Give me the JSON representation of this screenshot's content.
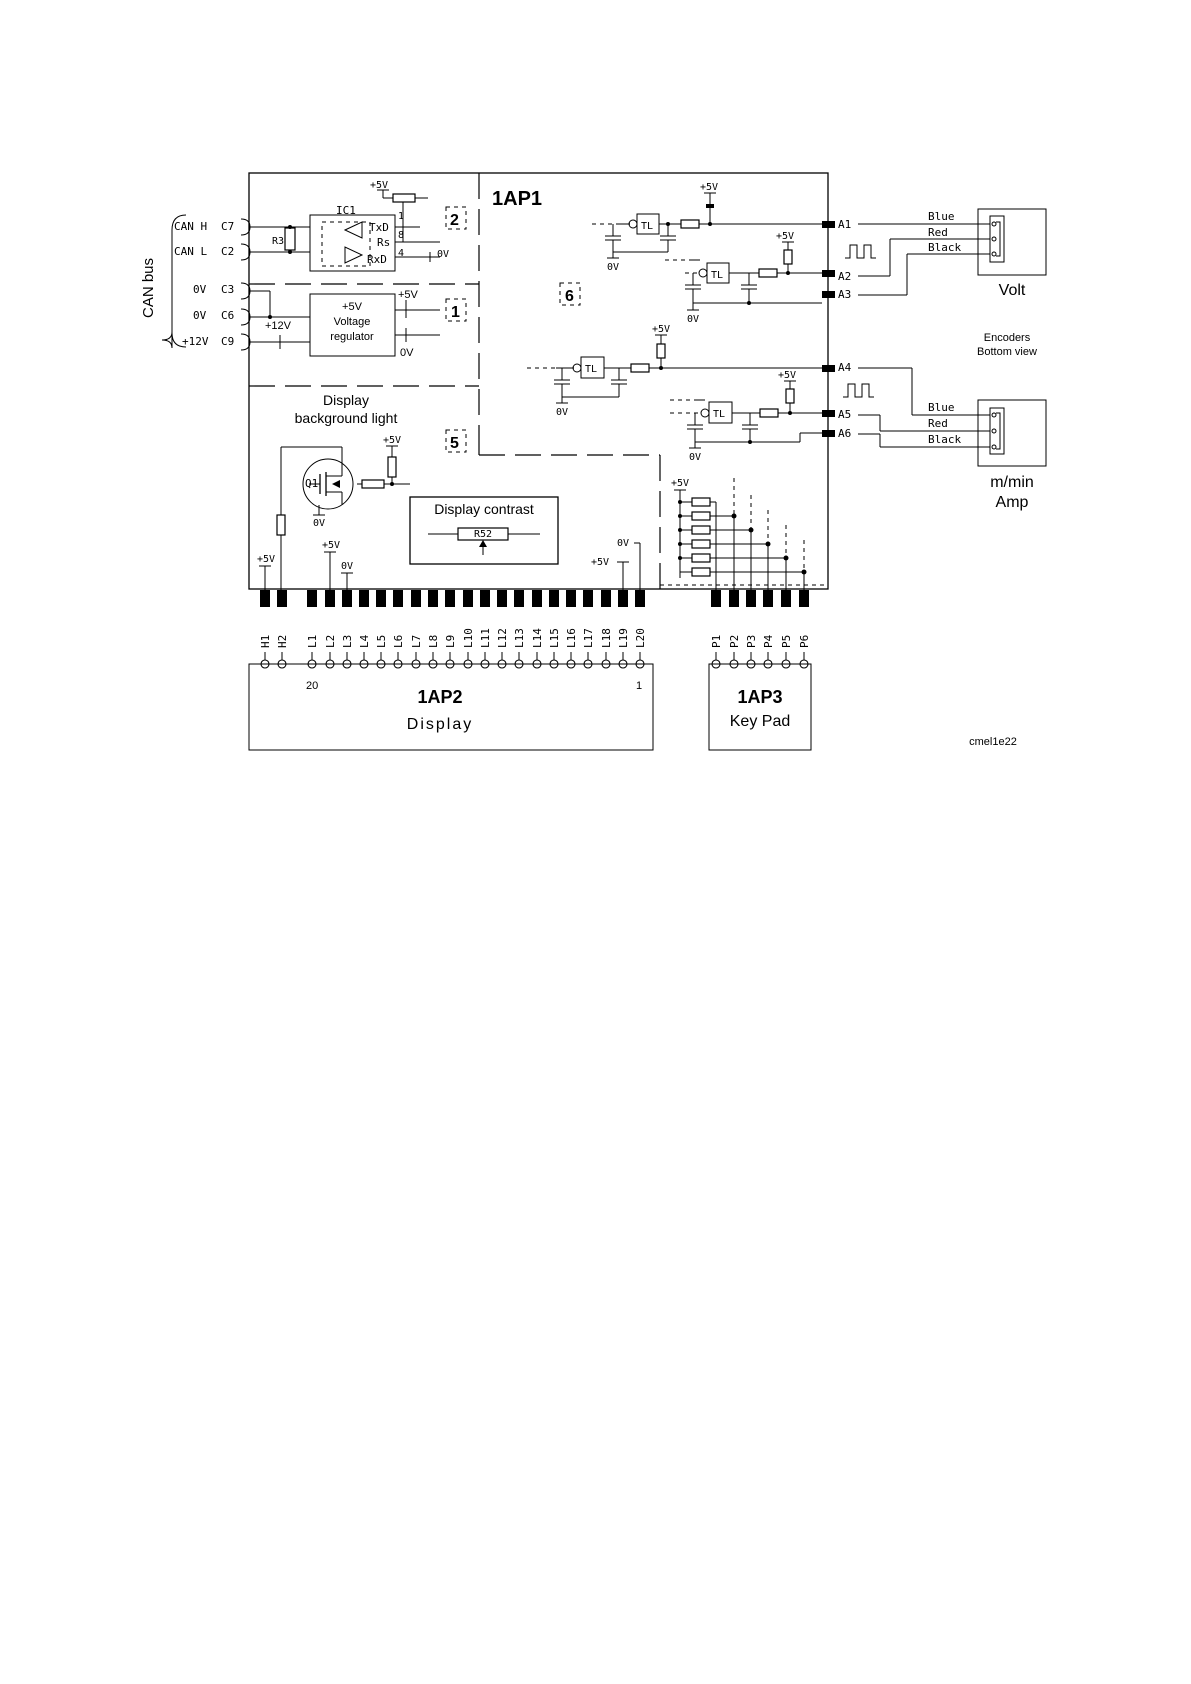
{
  "title": "1AP1",
  "drawing_code": "cmel1e22",
  "can_bus": {
    "label": "CAN bus",
    "lines": [
      {
        "name": "CAN H",
        "pin": "C7"
      },
      {
        "name": "CAN L",
        "pin": "C2"
      },
      {
        "name": "0V",
        "pin": "C3"
      },
      {
        "name": "0V",
        "pin": "C6"
      },
      {
        "name": "+12V",
        "pin": "C9"
      }
    ]
  },
  "sections": [
    "2",
    "1",
    "6",
    "5"
  ],
  "ic1": {
    "name": "IC1",
    "resistor": "R3",
    "pins": [
      "TxD",
      "Rs",
      "RxD"
    ],
    "pin_numbers": [
      "1",
      "8",
      "4"
    ],
    "supply": "+5V",
    "ground": "0V"
  },
  "regulator": {
    "line1": "+5V",
    "line2": "Voltage",
    "line3": "regulator",
    "input": "+12V",
    "out": "+5V",
    "ground": "0V"
  },
  "backlight": {
    "title_line1": "Display",
    "title_line2": "background light",
    "transistor": "Q1",
    "supply": "+5V",
    "ground": "0V"
  },
  "contrast": {
    "title": "Display contrast",
    "resistor": "R52"
  },
  "encoder_channels": {
    "supply": "+5V",
    "ground": "0V",
    "gate": "TL",
    "connectors": [
      "A1",
      "A2",
      "A3",
      "A4",
      "A5",
      "A6"
    ]
  },
  "encoders": {
    "caption_line1": "Encoders",
    "caption_line2": "Bottom view",
    "volt": {
      "wires": [
        "Blue",
        "Red",
        "Black"
      ],
      "label": "Volt"
    },
    "amp": {
      "wires": [
        "Blue",
        "Red",
        "Black"
      ],
      "label_line1": "m/min",
      "label_line2": "Amp"
    }
  },
  "keypad_net": {
    "supply": "+5V"
  },
  "pins_display": [
    "H1",
    "H2",
    "L1",
    "L2",
    "L3",
    "L4",
    "L5",
    "L6",
    "L7",
    "L8",
    "L9",
    "L10",
    "L11",
    "L12",
    "L13",
    "L14",
    "L15",
    "L16",
    "L17",
    "L18",
    "L19",
    "L20"
  ],
  "pins_keypad": [
    "P1",
    "P2",
    "P3",
    "P4",
    "P5",
    "P6"
  ],
  "rail_labels": {
    "h1": "+5V",
    "l2": "+5V",
    "l3": "0V",
    "l19": "+5V",
    "l20": "0V"
  },
  "display_board": {
    "name": "1AP2",
    "subtitle": "Display",
    "pin_first": "20",
    "pin_last": "1"
  },
  "keypad_board": {
    "name": "1AP3",
    "subtitle": "Key Pad"
  }
}
